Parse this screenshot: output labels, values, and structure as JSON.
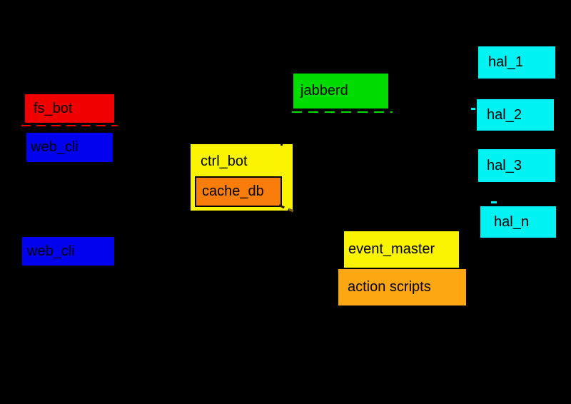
{
  "diagram": {
    "background": "#000000",
    "text_color": "#000000",
    "nodes": [
      {
        "id": "fs_bot",
        "label": "fs_bot",
        "color": "#f10000"
      },
      {
        "id": "web_cli_top",
        "label": "web_cli",
        "color": "#0202ee"
      },
      {
        "id": "ctrl_bot",
        "label": "ctrl_bot",
        "color": "#fbf400"
      },
      {
        "id": "cache_db",
        "label": "cache_db",
        "color": "#f87d0a"
      },
      {
        "id": "jabberd",
        "label": "jabberd",
        "color": "#00db00"
      },
      {
        "id": "web_cli_bottom",
        "label": "web_cli",
        "color": "#0202ee"
      },
      {
        "id": "event_master",
        "label": "event_master",
        "color": "#fbf400"
      },
      {
        "id": "action_scripts",
        "label": "action scripts",
        "color": "#fda712"
      },
      {
        "id": "hal_1",
        "label": "hal_1",
        "color": "#00f2f2"
      },
      {
        "id": "hal_2",
        "label": "hal_2",
        "color": "#00f2f2"
      },
      {
        "id": "hal_3",
        "label": "hal_3",
        "color": "#00f2f2"
      },
      {
        "id": "hal_n",
        "label": "hal_n",
        "color": "#00f2f2"
      }
    ]
  }
}
